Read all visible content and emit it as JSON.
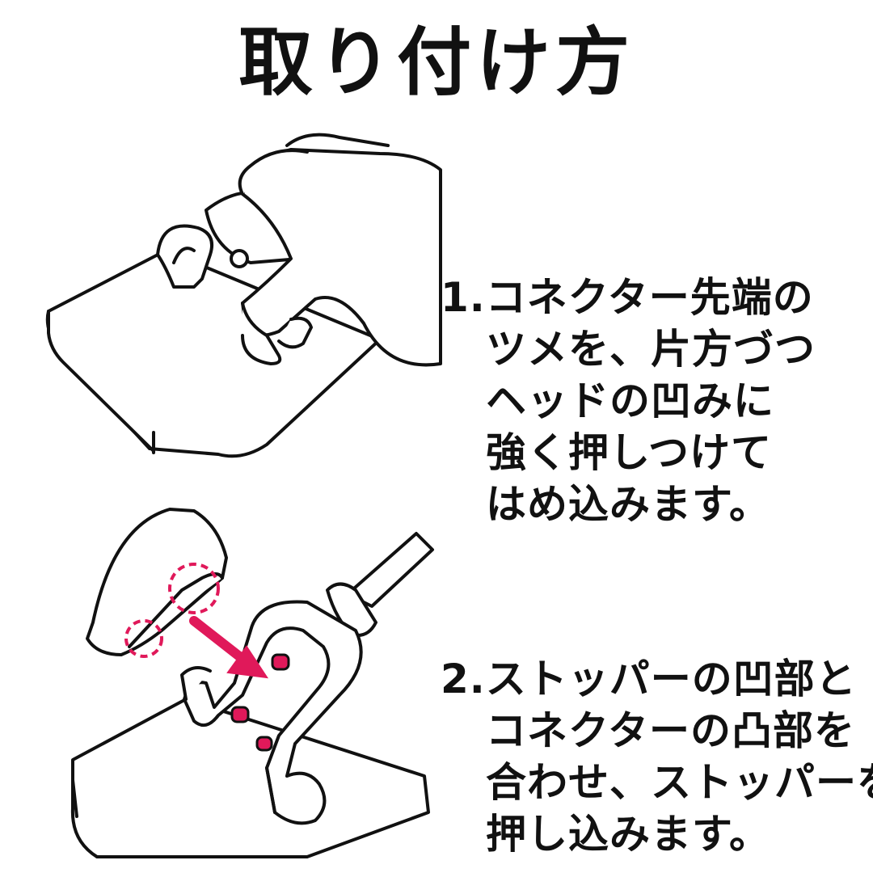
{
  "title": "取り付け方",
  "steps": [
    {
      "number": "1.",
      "lines": [
        "コネクター先端の",
        "ツメを、片方づつ",
        "ヘッドの凹みに",
        "強く押しつけて",
        "はめ込みます。"
      ]
    },
    {
      "number": "2.",
      "lines": [
        "ストッパーの凹部と",
        "コネクターの凸部を",
        "合わせ、ストッパーを",
        "押し込みます。"
      ]
    }
  ],
  "colors": {
    "accent": "#e0195a",
    "ink": "#111111",
    "background": "#ffffff"
  }
}
